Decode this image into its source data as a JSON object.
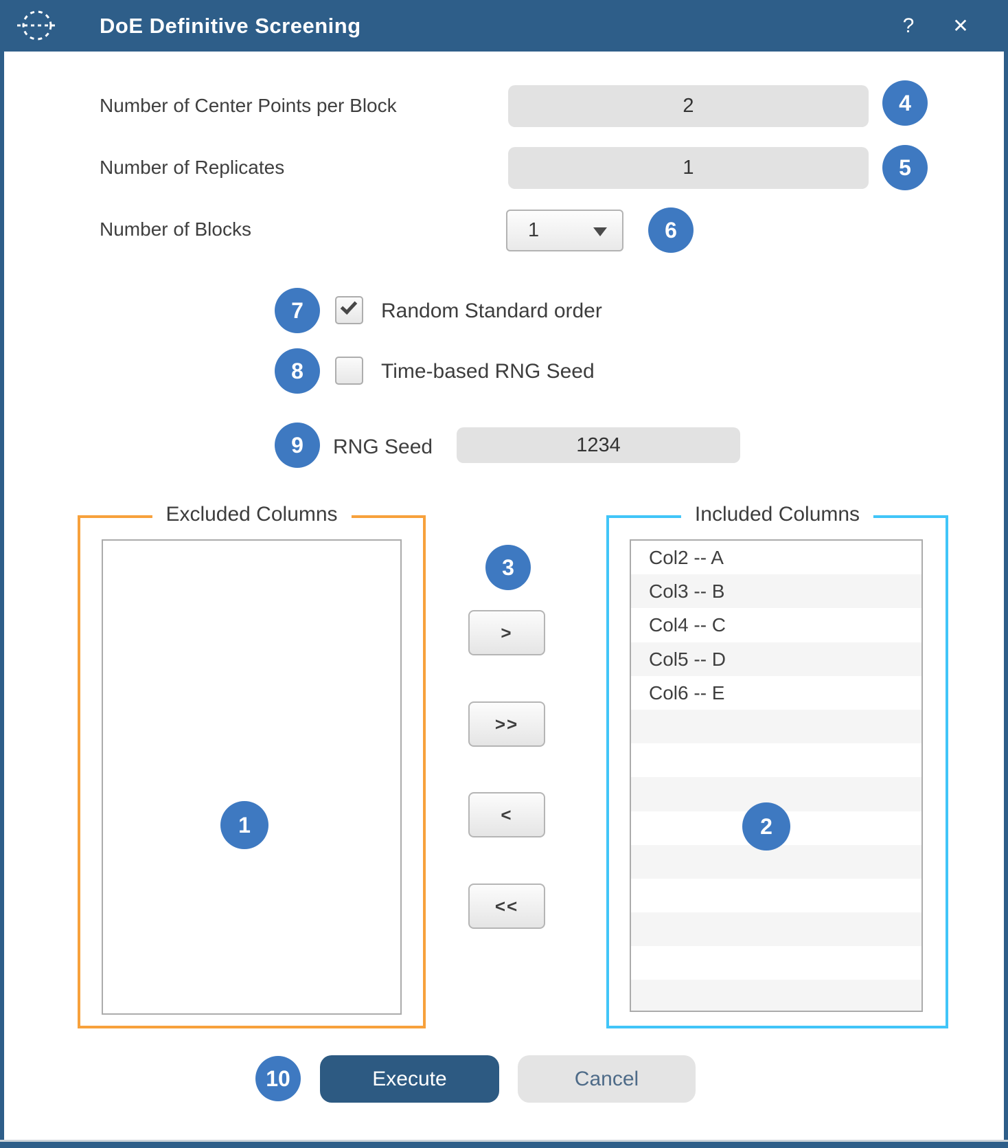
{
  "window": {
    "title": "DoE Definitive Screening",
    "help": "?",
    "close": "✕"
  },
  "colors": {
    "titlebar": "#2E5E89",
    "badge_blue": "#3E79C1",
    "excluded_border": "#F7A13C",
    "included_border": "#41C5F8",
    "execute_bg": "#2D5A82",
    "field_bg": "#E2E2E2"
  },
  "fields": [
    {
      "label": "Number of Center Points per Block",
      "value": "2",
      "badge": "4"
    },
    {
      "label": "Number of Replicates",
      "value": "1",
      "badge": "5"
    }
  ],
  "blocks": {
    "label": "Number of Blocks",
    "value": "1",
    "badge": "6"
  },
  "checkboxes": [
    {
      "label": "Random Standard order",
      "checked": true,
      "badge": "7"
    },
    {
      "label": "Time-based RNG Seed",
      "checked": false,
      "badge": "8"
    }
  ],
  "rng_seed": {
    "label": "RNG Seed",
    "value": "1234",
    "badge": "9"
  },
  "excluded": {
    "title": "Excluded Columns",
    "badge": "1",
    "items": []
  },
  "included": {
    "title": "Included Columns",
    "badge": "2",
    "items": [
      "Col2 -- A",
      "Col3 -- B",
      "Col4 -- C",
      "Col5 -- D",
      "Col6 -- E"
    ]
  },
  "transfer": {
    "badge": "3",
    "buttons": [
      ">",
      ">>",
      "<",
      "<<"
    ]
  },
  "actions": {
    "execute": "Execute",
    "cancel": "Cancel",
    "badge": "10"
  }
}
